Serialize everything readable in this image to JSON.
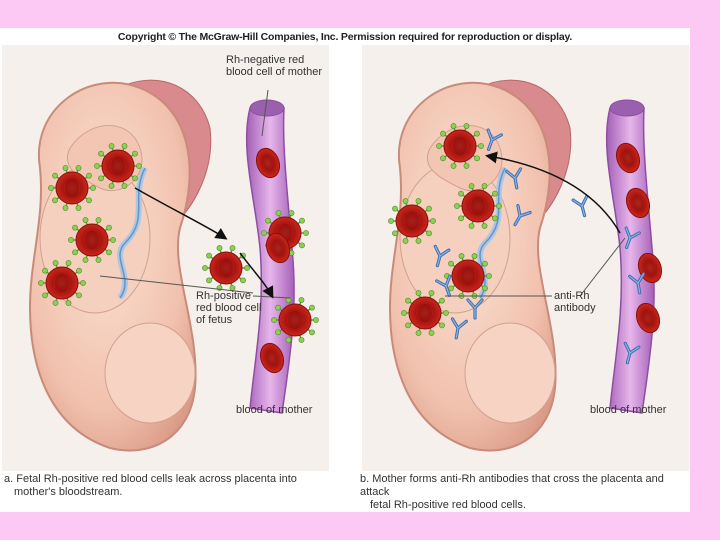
{
  "copyright": "Copyright © The McGraw-Hill Companies, Inc. Permission required for reproduction or display.",
  "panel_a": {
    "label_rh_negative_line1": "Rh-negative red",
    "label_rh_negative_line2": "blood cell of mother",
    "label_rh_positive_line1": "Rh-positive",
    "label_rh_positive_line2": "red blood cell",
    "label_rh_positive_line3": "of fetus",
    "label_blood_of_mother": "blood of mother",
    "caption_line1": "a. Fetal Rh-positive red blood cells leak across placenta into",
    "caption_line2": "mother's bloodstream."
  },
  "panel_b": {
    "label_anti_rh_line1": "anti-Rh",
    "label_anti_rh_line2": "antibody",
    "label_blood_of_mother": "blood of mother",
    "caption_line1": "b. Mother forms anti-Rh antibodies that cross the placenta and attack",
    "caption_line2": "fetal Rh-positive red blood cells."
  },
  "colors": {
    "background": "#fbc9f4",
    "skin": "#f3c7b6",
    "placenta": "#d98a8c",
    "vessel": "#c98bd6",
    "rbc": "#c0241c",
    "antigen": "#7fbf4a",
    "antibody": "#5a86c7"
  }
}
